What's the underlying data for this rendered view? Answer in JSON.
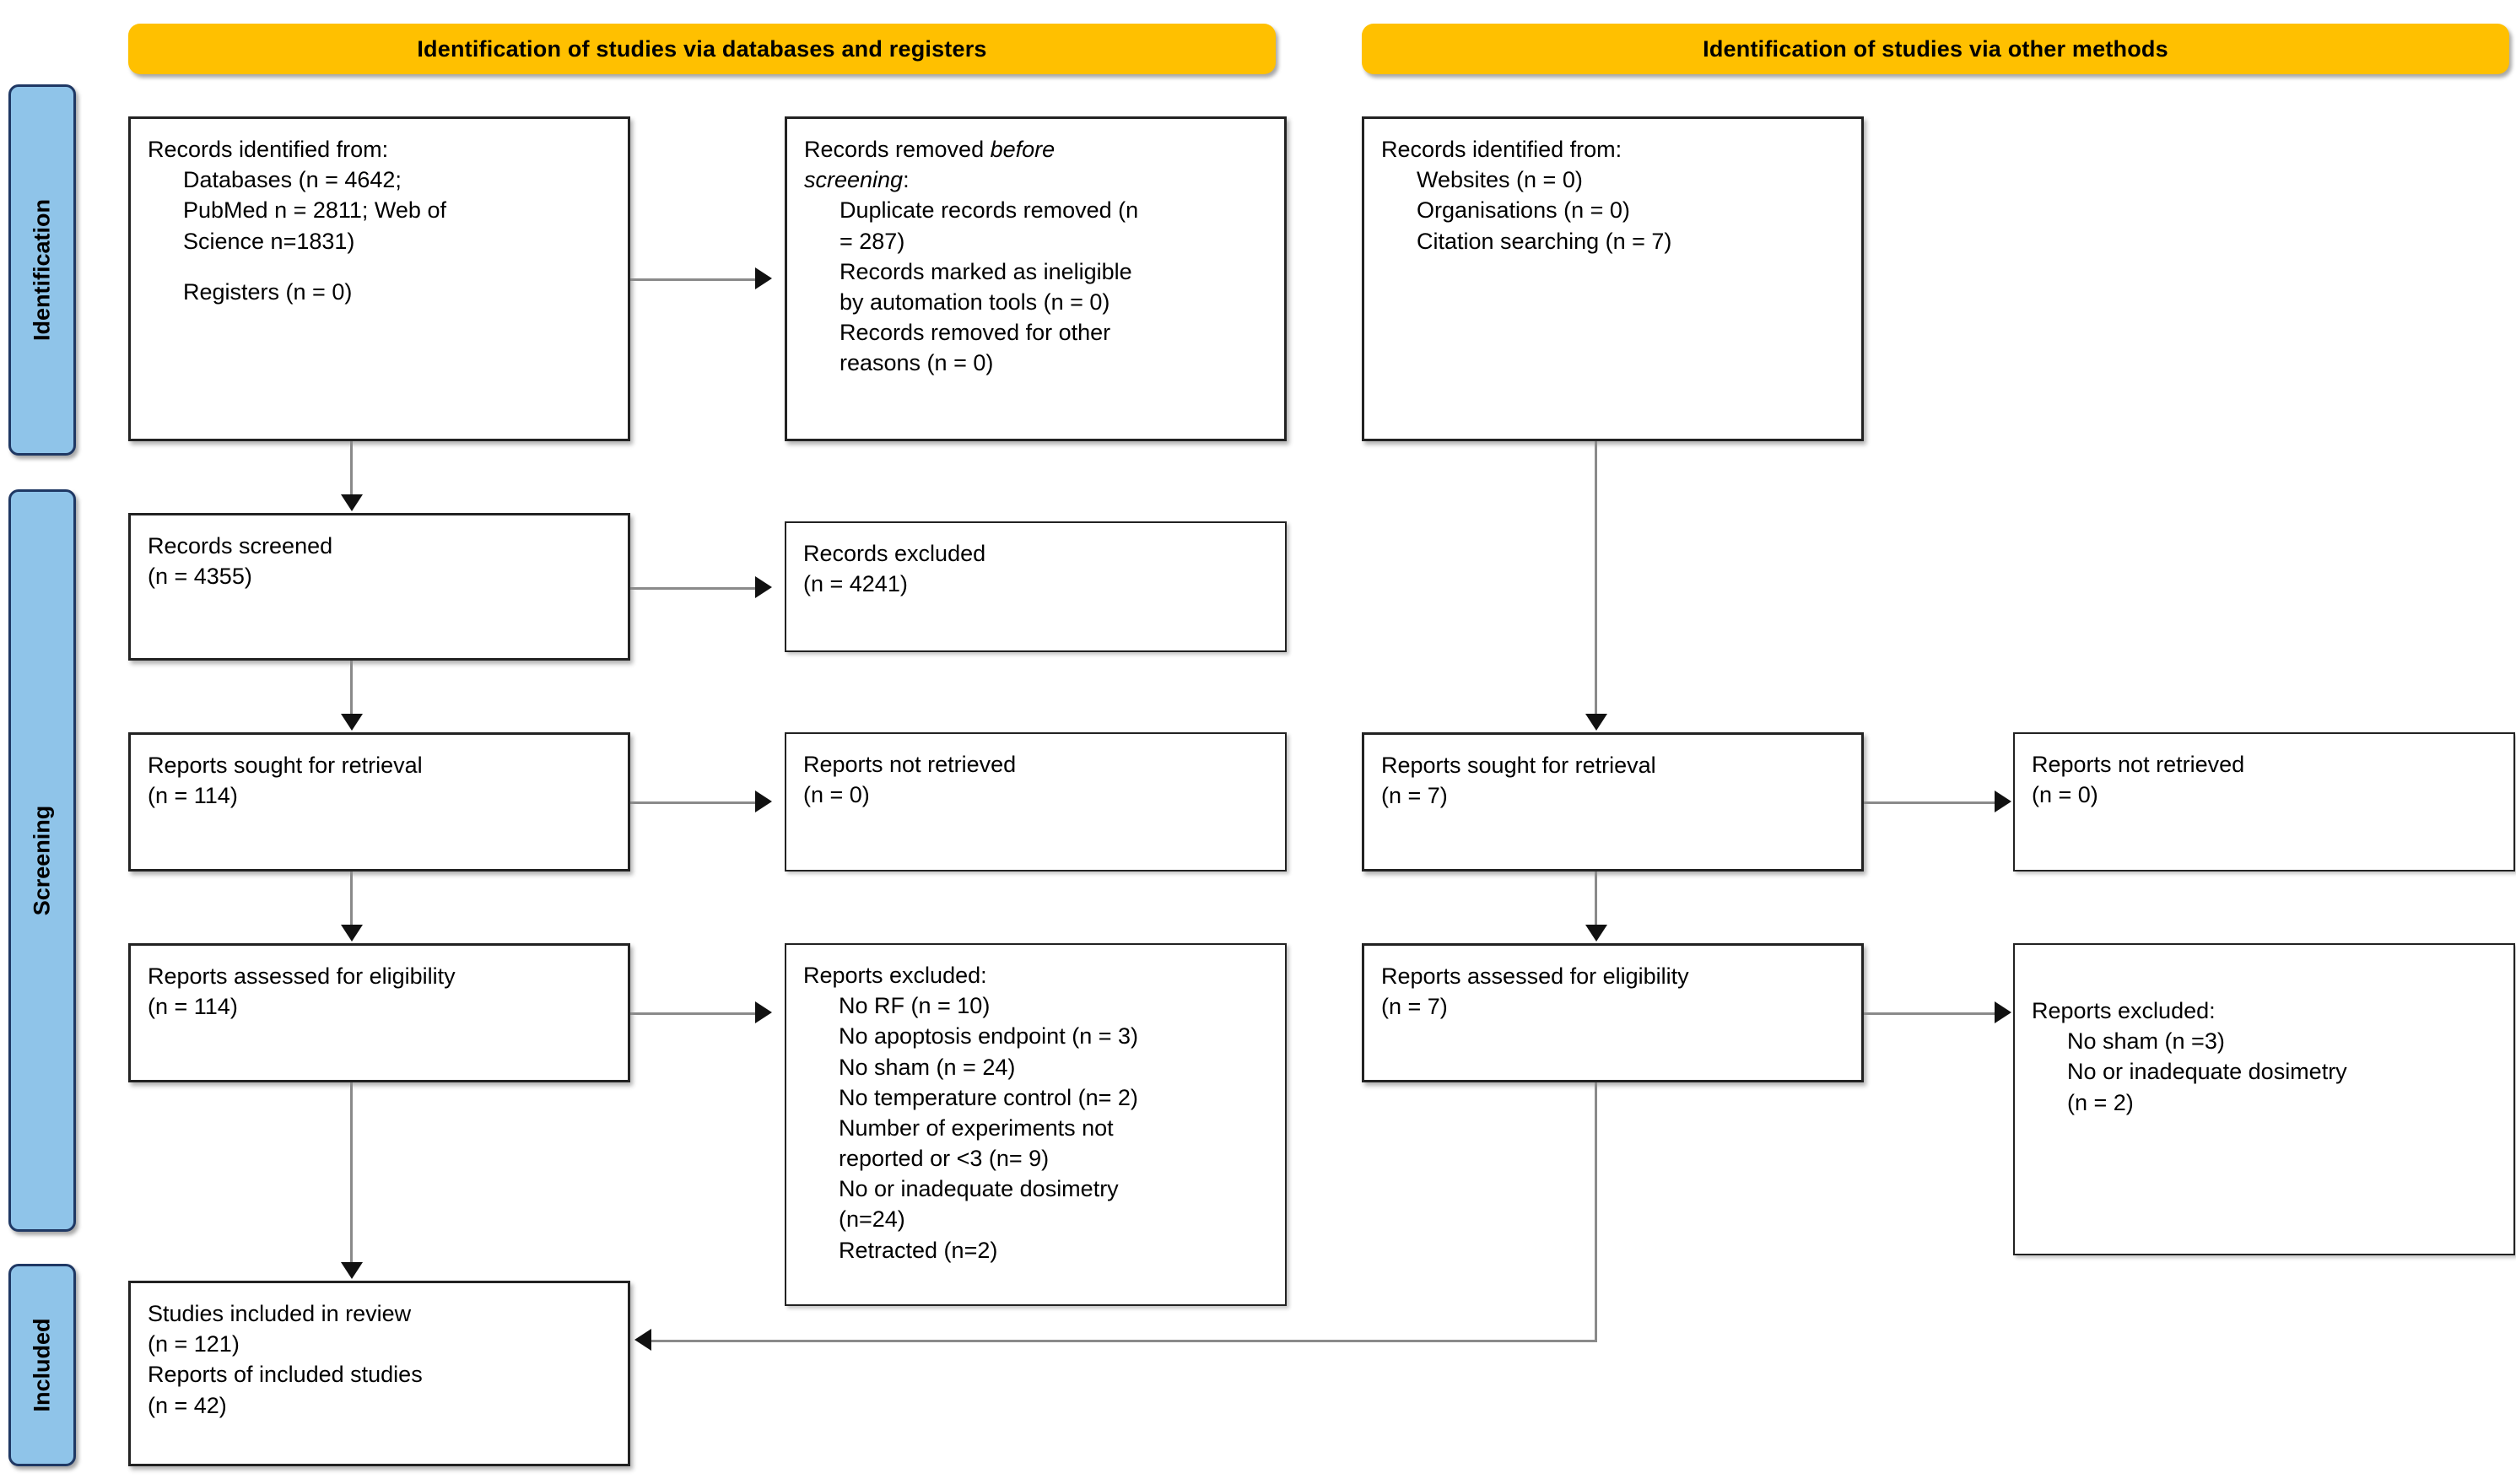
{
  "diagram": {
    "title": "PRISMA 2020 flow diagram",
    "colors": {
      "banner": "#FFC000",
      "rail": "#8FC4E9",
      "rail_border": "#1F3864",
      "box_border": "#222222",
      "connector": "#8a8a8a"
    }
  },
  "banners": {
    "left": "Identification of studies via databases and registers",
    "right": "Identification of studies via other methods"
  },
  "rails": {
    "identification": "Identification",
    "screening": "Screening",
    "included": "Included"
  },
  "boxes": {
    "records_identified": {
      "l1": "Records identified from:",
      "l2": "Databases (n = 4642;",
      "l3": "PubMed n = 2811; Web of",
      "l4": "Science n=1831)",
      "l5": "Registers (n = 0)"
    },
    "records_removed": {
      "l1": "Records removed ",
      "l1_em": "before",
      "l2_em": "screening",
      "l2_tail": ":",
      "l3": "Duplicate records removed (n",
      "l4": "= 287)",
      "l5": "Records marked as ineligible",
      "l6": "by automation tools (n = 0)",
      "l7": "Records removed for other",
      "l8": "reasons (n = 0)"
    },
    "records_screened": {
      "l1": "Records screened",
      "l2": "(n = 4355)"
    },
    "records_excluded": {
      "l1": "Records excluded",
      "l2": "(n = 4241)"
    },
    "reports_sought_left": {
      "l1": "Reports sought for retrieval",
      "l2": "(n = 114)"
    },
    "reports_not_retrieved_left": {
      "l1": "Reports not retrieved",
      "l2": "(n = 0)"
    },
    "reports_assessed_left": {
      "l1": "Reports assessed for eligibility",
      "l2": "(n = 114)"
    },
    "reports_excluded_left": {
      "l1": "Reports excluded:",
      "l2": "No RF (n = 10)",
      "l3": "No apoptosis endpoint (n = 3)",
      "l4": "No sham (n = 24)",
      "l5": "No temperature control (n= 2)",
      "l6": "Number of experiments not",
      "l7": "reported or <3 (n= 9)",
      "l8": "No or inadequate dosimetry",
      "l9": "(n=24)",
      "l10": "Retracted (n=2)"
    },
    "studies_included": {
      "l1": "Studies included in review",
      "l2": "(n = 121)",
      "l3": "Reports of included studies",
      "l4": "(n = 42)"
    },
    "records_identified_other": {
      "l1": "Records identified from:",
      "l2": "Websites (n = 0)",
      "l3": "Organisations (n = 0)",
      "l4": "Citation searching (n = 7)"
    },
    "reports_sought_right": {
      "l1": "Reports sought for retrieval",
      "l2": "(n = 7)"
    },
    "reports_not_retrieved_right": {
      "l1": "Reports not retrieved",
      "l2": "(n = 0)"
    },
    "reports_assessed_right": {
      "l1": "Reports assessed for eligibility",
      "l2": "(n = 7)"
    },
    "reports_excluded_right": {
      "l1": "Reports excluded:",
      "l2": "No sham (n =3)",
      "l3": "No or inadequate dosimetry",
      "l4": "(n = 2)"
    }
  },
  "chart_data": {
    "type": "diagram",
    "title": "PRISMA 2020 flow diagram for new systematic reviews",
    "nodes": [
      {
        "id": "records_identified",
        "stage": "Identification",
        "arm": "databases_registers",
        "databases_n": 4642,
        "pubmed_n": 2811,
        "web_of_science_n": 1831,
        "registers_n": 0
      },
      {
        "id": "records_removed_before_screening",
        "stage": "Identification",
        "arm": "databases_registers",
        "duplicates_n": 287,
        "automation_ineligible_n": 0,
        "other_reasons_n": 0
      },
      {
        "id": "records_screened",
        "stage": "Screening",
        "arm": "databases_registers",
        "n": 4355
      },
      {
        "id": "records_excluded",
        "stage": "Screening",
        "arm": "databases_registers",
        "n": 4241
      },
      {
        "id": "reports_sought_for_retrieval",
        "stage": "Screening",
        "arm": "databases_registers",
        "n": 114
      },
      {
        "id": "reports_not_retrieved",
        "stage": "Screening",
        "arm": "databases_registers",
        "n": 0
      },
      {
        "id": "reports_assessed_for_eligibility",
        "stage": "Screening",
        "arm": "databases_registers",
        "n": 114
      },
      {
        "id": "reports_excluded",
        "stage": "Screening",
        "arm": "databases_registers",
        "reasons": [
          {
            "reason": "No RF",
            "n": 10
          },
          {
            "reason": "No apoptosis endpoint",
            "n": 3
          },
          {
            "reason": "No sham",
            "n": 24
          },
          {
            "reason": "No temperature control",
            "n": 2
          },
          {
            "reason": "Number of experiments not reported or <3",
            "n": 9
          },
          {
            "reason": "No or inadequate dosimetry",
            "n": 24
          },
          {
            "reason": "Retracted",
            "n": 2
          }
        ]
      },
      {
        "id": "records_identified_other",
        "stage": "Identification",
        "arm": "other_methods",
        "websites_n": 0,
        "organisations_n": 0,
        "citation_searching_n": 7
      },
      {
        "id": "reports_sought_for_retrieval_other",
        "stage": "Screening",
        "arm": "other_methods",
        "n": 7
      },
      {
        "id": "reports_not_retrieved_other",
        "stage": "Screening",
        "arm": "other_methods",
        "n": 0
      },
      {
        "id": "reports_assessed_for_eligibility_other",
        "stage": "Screening",
        "arm": "other_methods",
        "n": 7
      },
      {
        "id": "reports_excluded_other",
        "stage": "Screening",
        "arm": "other_methods",
        "reasons": [
          {
            "reason": "No sham",
            "n": 3
          },
          {
            "reason": "No or inadequate dosimetry",
            "n": 2
          }
        ]
      },
      {
        "id": "studies_included_in_review",
        "stage": "Included",
        "studies_n": 121,
        "reports_n": 42
      }
    ]
  }
}
